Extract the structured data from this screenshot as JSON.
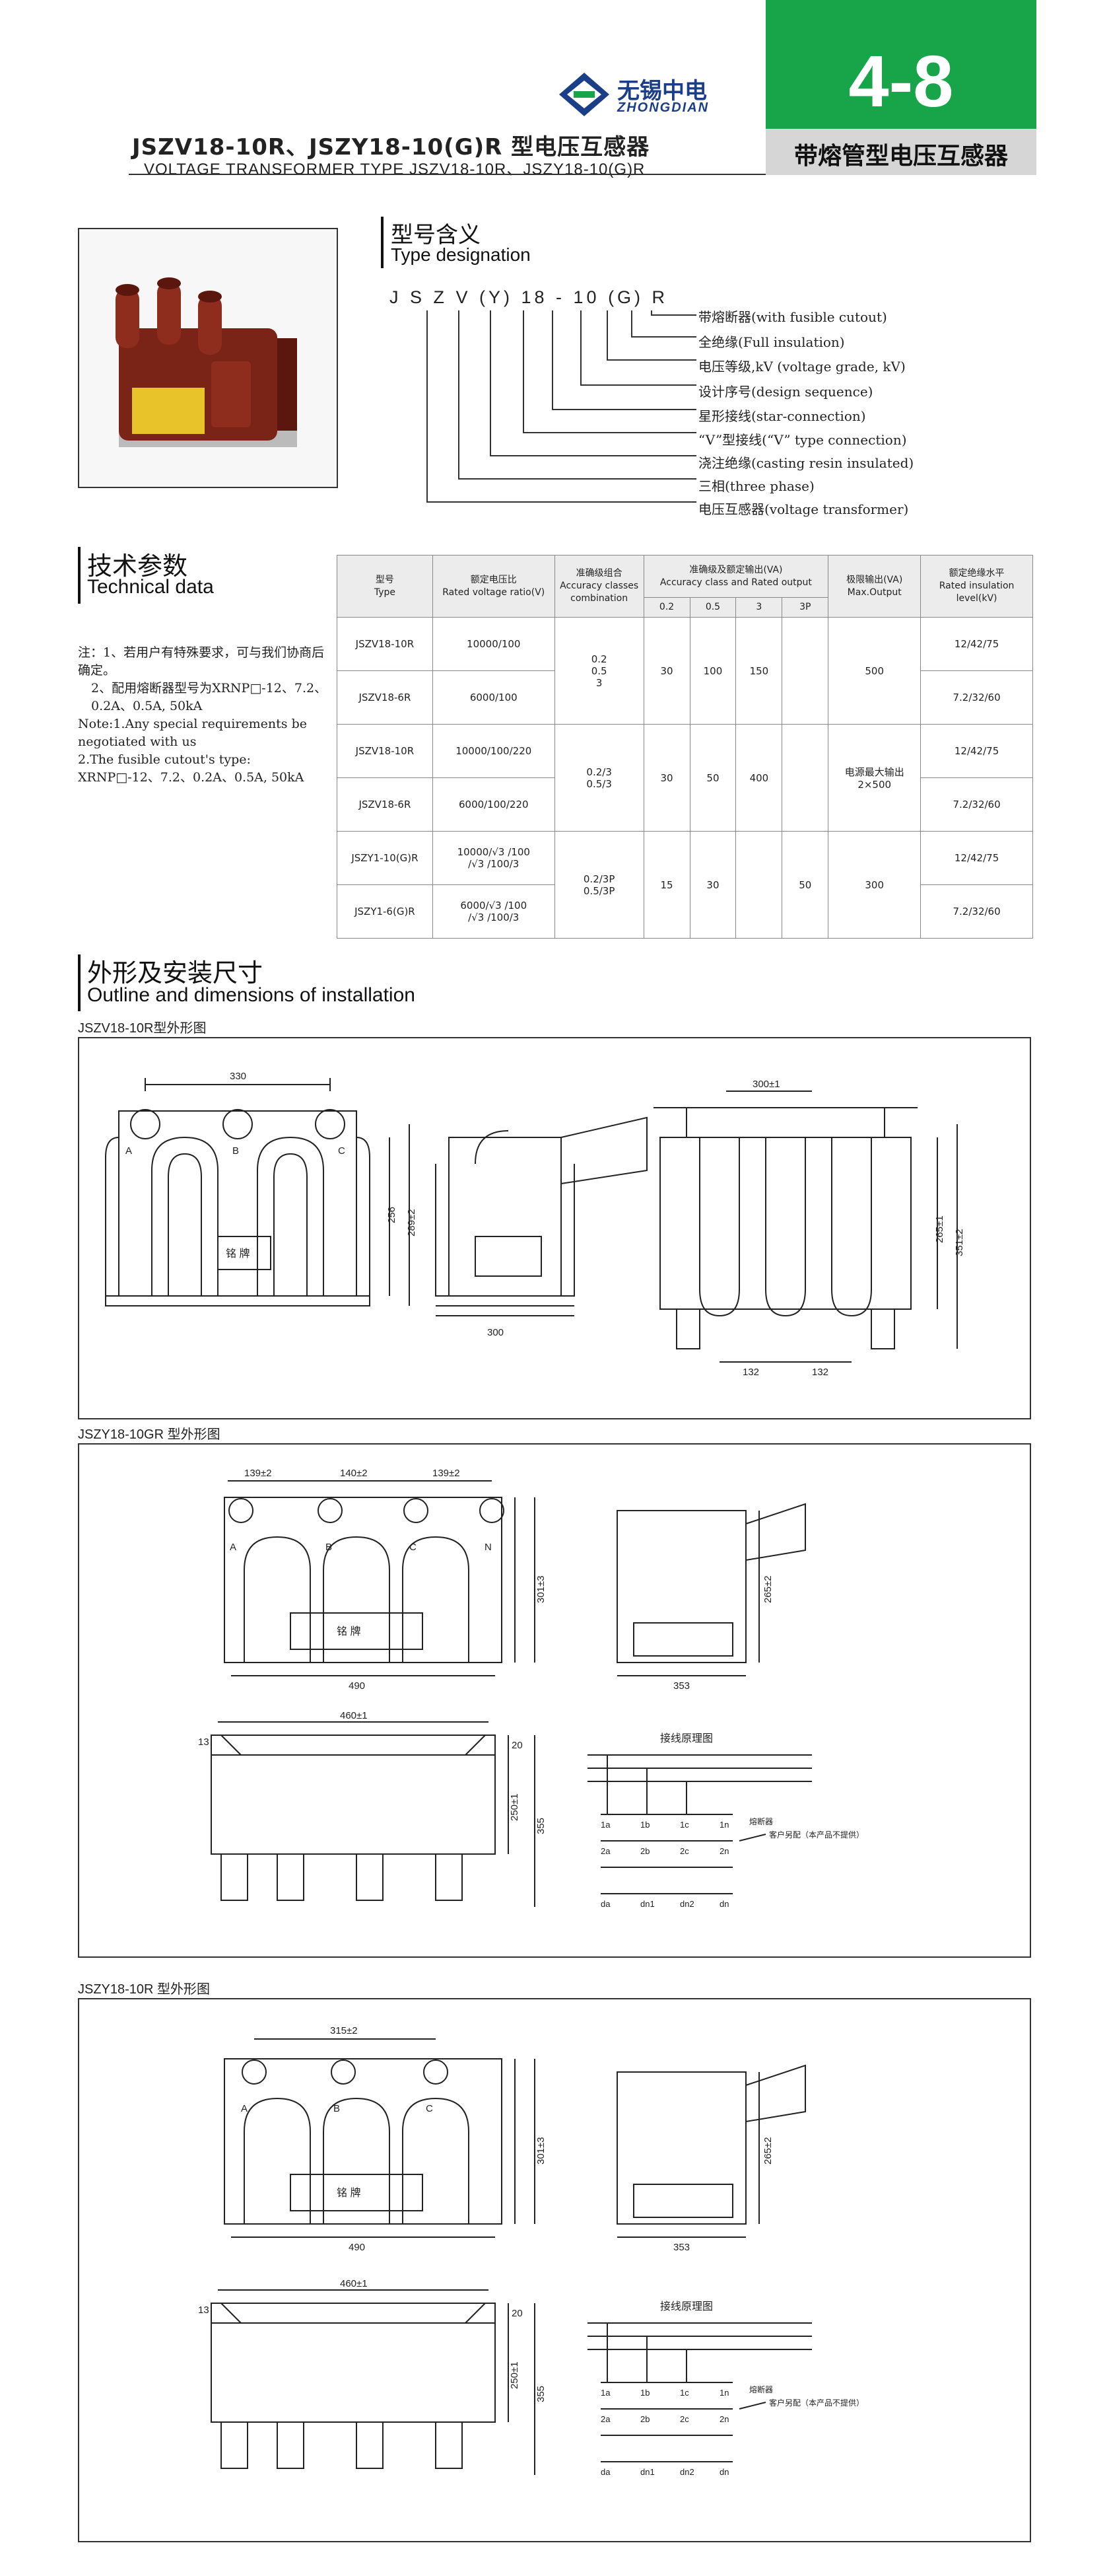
{
  "header": {
    "title": "JSZV18-10R、JSZY18-10(G)R 型电压互感器",
    "subtitle": "VOLTAGE TRANSFORMER TYPE JSZV18-10R、JSZY18-10(G)R",
    "logo_cn": "无锡中电",
    "logo_en": "ZHONGDIAN",
    "page_number": "4-8",
    "category": "带熔管型电压互感器"
  },
  "type_designation": {
    "heading_cn": "型号含义",
    "heading_en": "Type designation",
    "code": "J S Z  V (Y) 18 - 10  (G)  R",
    "items": [
      "带熔断器(with fusible cutout)",
      "全绝缘(Full insulation)",
      "电压等级,kV (voltage grade, kV)",
      "设计序号(design sequence)",
      "星形接线(star-connection)",
      "“V”型接线(“V” type connection)",
      "浇注绝缘(casting resin insulated)",
      "三相(three phase)",
      "电压互感器(voltage transformer)"
    ]
  },
  "technical": {
    "heading_cn": "技术参数",
    "heading_en": "Technical data",
    "notes": [
      "注：1、若用户有特殊要求，可与我们协商后确定。",
      "2、配用熔断器型号为XRNP□-12、7.2、0.2A、0.5A, 50kA",
      "Note:1.Any special requirements be negotiated with us",
      "2.The fusible cutout's type: XRNP□-12、7.2、0.2A、0.5A, 50kA"
    ],
    "table": {
      "h_type": "型号\nType",
      "h_ratio": "额定电压比\nRated voltage ratio(V)",
      "h_acc": "准确级组合\nAccuracy classes combination",
      "h_out": "准确级及额定输出(VA)\nAccuracy class and Rated output",
      "h_max": "极限输出(VA)\nMax.Output",
      "h_ins": "额定绝缘水平\nRated insulation level(kV)",
      "sub": [
        "0.2",
        "0.5",
        "3",
        "3P"
      ],
      "rows": [
        {
          "type": "JSZV18-10R",
          "ratio": "10000/100",
          "ins": "12/42/75"
        },
        {
          "type": "JSZV18-6R",
          "ratio": "6000/100",
          "ins": "7.2/32/60"
        },
        {
          "type": "JSZV18-10R",
          "ratio": "10000/100/220",
          "ins": "12/42/75"
        },
        {
          "type": "JSZV18-6R",
          "ratio": "6000/100/220",
          "ins": "7.2/32/60"
        },
        {
          "type": "JSZY1-10(G)R",
          "ratio": "10000/√3 /100\n/√3 /100/3",
          "ins": "12/42/75"
        },
        {
          "type": "JSZY1-6(G)R",
          "ratio": "6000/√3 /100\n/√3 /100/3",
          "ins": "7.2/32/60"
        }
      ],
      "groups": [
        {
          "acc": "0.2\n0.5\n3",
          "v02": "30",
          "v05": "100",
          "v3": "150",
          "v3p": "",
          "max": "500"
        },
        {
          "acc": "0.2/3\n0.5/3",
          "v02": "30",
          "v05": "50",
          "v3": "400",
          "v3p": "",
          "max": "电源最大输出\n2×500"
        },
        {
          "acc": "0.2/3P\n0.5/3P",
          "v02": "15",
          "v05": "30",
          "v3": "",
          "v3p": "50",
          "max": "300"
        }
      ]
    }
  },
  "outline": {
    "heading_cn": "外形及安装尺寸",
    "heading_en": "Outline and dimensions of installation",
    "fig1_caption": "JSZV18-10R型外形图",
    "fig2_caption": "JSZY18-10GR 型外形图",
    "fig3_caption": "JSZY18-10R 型外形图",
    "nameplate": "铭   牌",
    "wiring_title": "接线原理图",
    "customer_note": "客户另配（本产品不提供）",
    "fuse_label": "熔断器",
    "dims1": {
      "top": "330",
      "w300": "300",
      "h256": "256",
      "h289": "289±2",
      "d300": "300±1",
      "h265": "265±1",
      "h351": "351±2",
      "d132a": "132",
      "d132b": "132"
    },
    "dims2": {
      "d139a": "139±2",
      "d140": "140±2",
      "d139b": "139±2",
      "w490": "490",
      "h301": "301±3",
      "w353": "353",
      "h265": "265±2",
      "d460": "460±1",
      "h250": "250±1",
      "h355": "355",
      "d13": "13",
      "d20": "20"
    },
    "dims3": {
      "d315": "315±2",
      "w490": "490",
      "h301": "301±3",
      "w353": "353",
      "h265": "265±2",
      "d460": "460±1",
      "h250": "250±1",
      "h355": "355",
      "d13": "13",
      "d20": "20"
    },
    "phases": [
      "A",
      "B",
      "C"
    ],
    "phases4": [
      "A",
      "B",
      "C",
      "N"
    ],
    "terms": [
      "1a",
      "1b",
      "1c",
      "1n",
      "2a",
      "2b",
      "2c",
      "2n",
      "da",
      "dn1",
      "dn2",
      "dn"
    ]
  },
  "colors": {
    "green": "#18a54a",
    "brand_blue": "#1b3e88",
    "product_brown": "#7a2418"
  }
}
